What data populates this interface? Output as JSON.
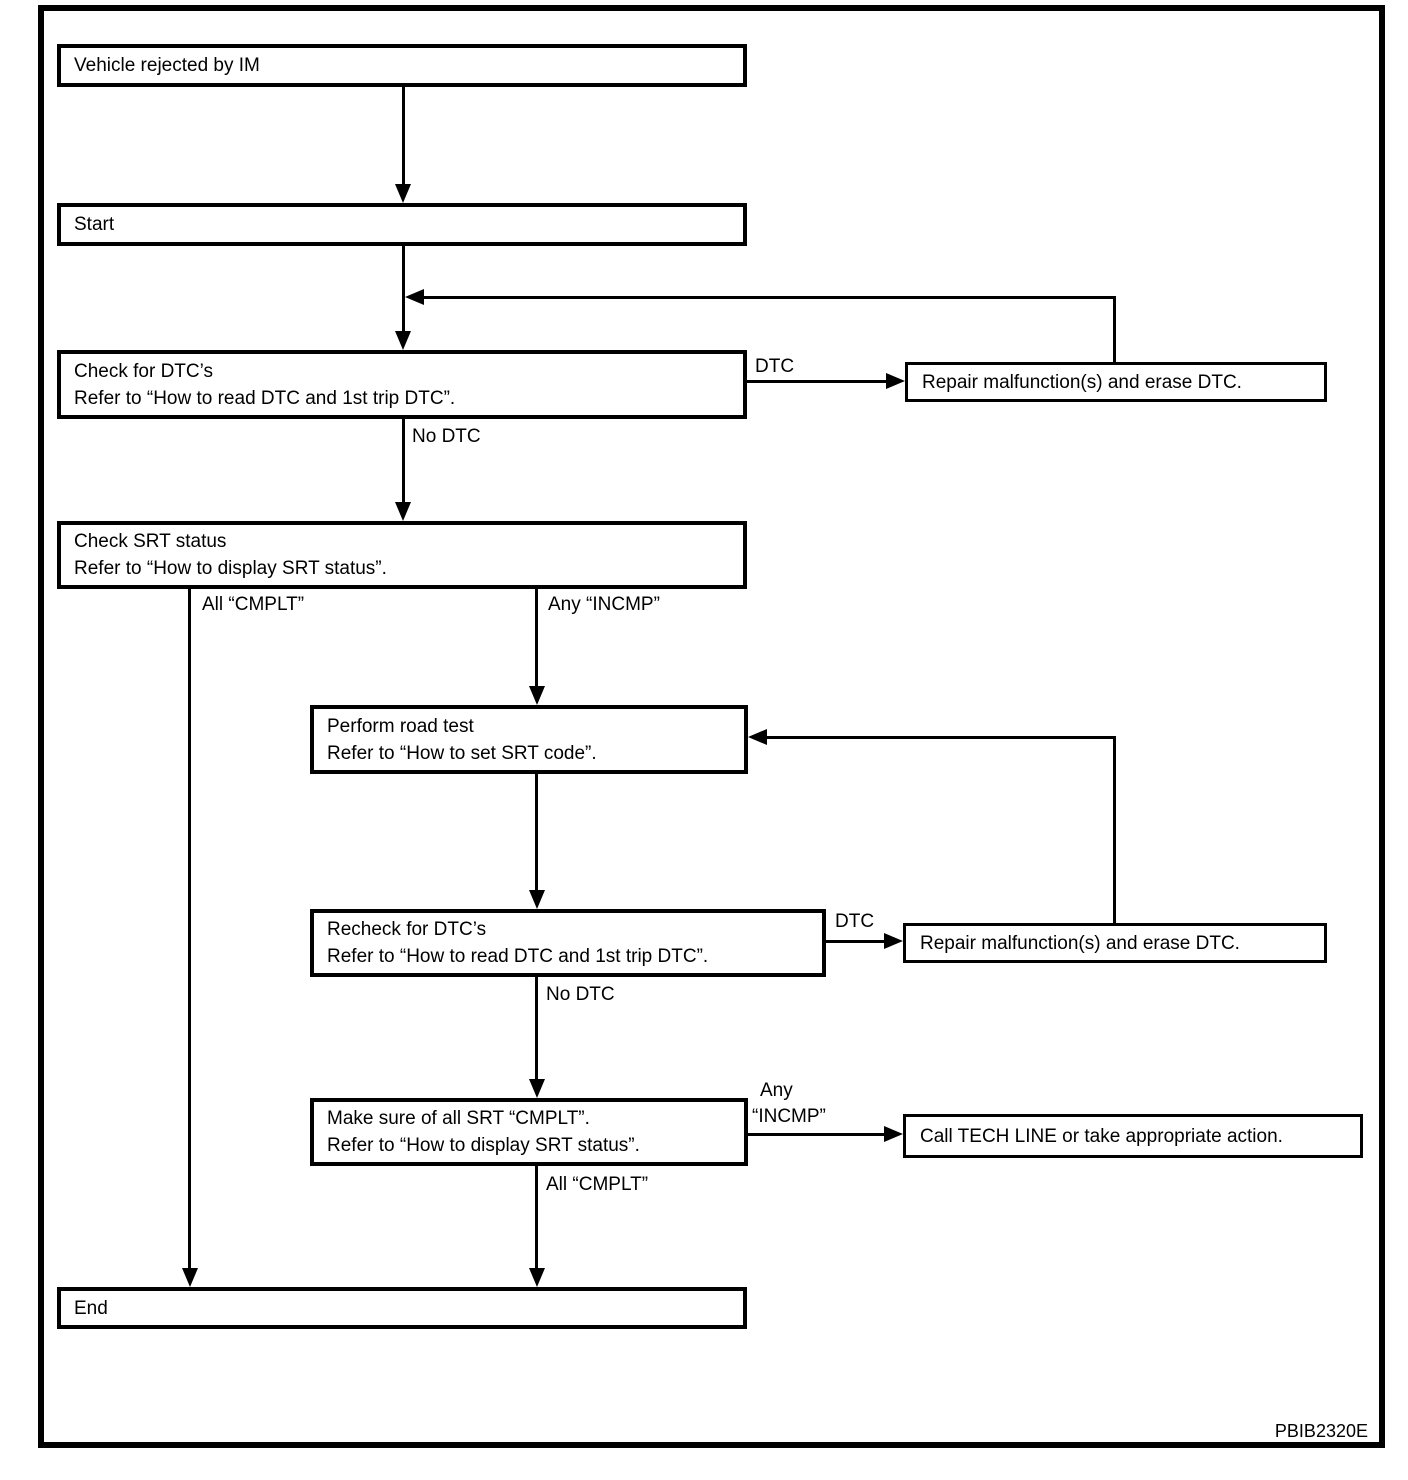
{
  "diagram": {
    "nodes": {
      "vehicle_rejected": {
        "line1": "Vehicle rejected by IM"
      },
      "start": {
        "line1": "Start"
      },
      "check_dtc": {
        "line1": "Check for DTC’s",
        "line2": "Refer to “How to read DTC and 1st trip DTC”."
      },
      "repair_1": {
        "line1": "Repair malfunction(s) and erase DTC."
      },
      "check_srt": {
        "line1": "Check SRT status",
        "line2": "Refer to “How to display SRT status”."
      },
      "road_test": {
        "line1": "Perform road test",
        "line2": "Refer to “How to set SRT code”."
      },
      "recheck_dtc": {
        "line1": "Recheck for DTC’s",
        "line2": "Refer to “How to read DTC and 1st trip DTC”."
      },
      "repair_2": {
        "line1": "Repair malfunction(s) and erase DTC."
      },
      "make_sure": {
        "line1": "Make sure of all SRT “CMPLT”.",
        "line2": "Refer to “How to display SRT status”."
      },
      "call_tech_line": {
        "line1": "Call TECH LINE or take appropriate action."
      },
      "end": {
        "line1": "End"
      }
    },
    "edge_labels": {
      "dtc_top": "DTC",
      "no_dtc_top": "No DTC",
      "all_cmplt_left": "All “CMPLT”",
      "any_incmp_right": "Any “INCMP”",
      "dtc_bottom": "DTC",
      "no_dtc_bottom": "No DTC",
      "any_bottom_line1": "Any",
      "any_bottom_line2": "“INCMP”",
      "all_cmplt_bottom": "All “CMPLT”"
    },
    "figure_code": "PBIB2320E",
    "colors": {
      "line": "#000000",
      "background": "#ffffff"
    }
  }
}
